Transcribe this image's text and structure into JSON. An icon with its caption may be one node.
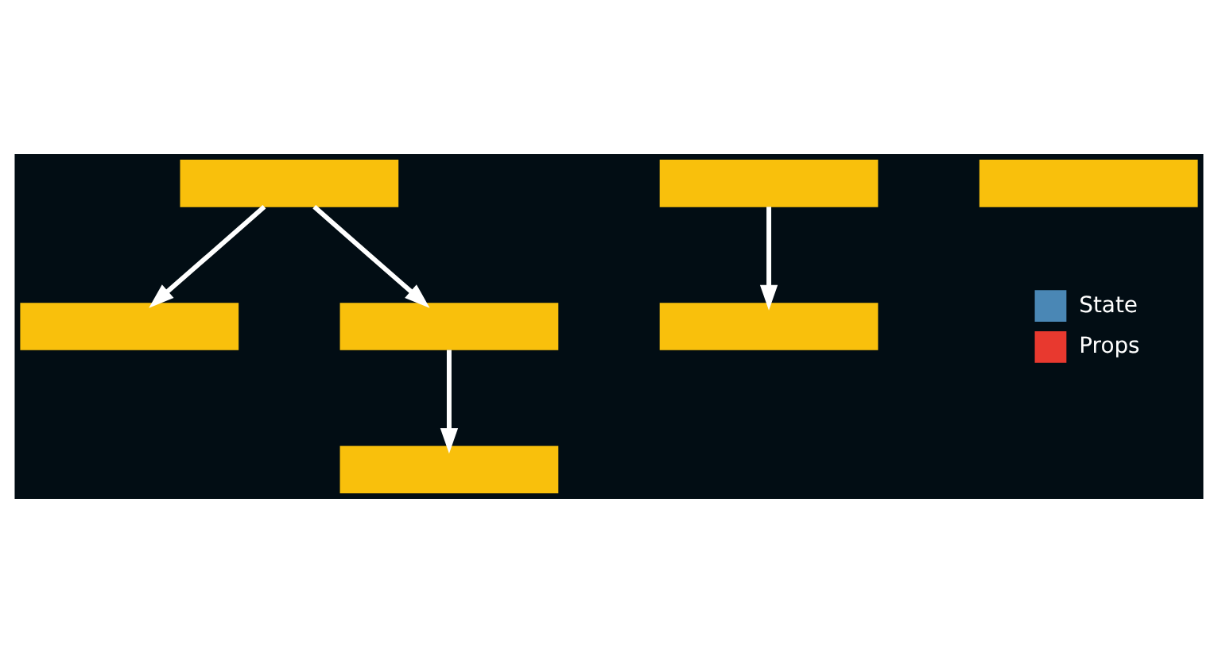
{
  "diagram": {
    "nodes": [
      {
        "text": [],
        "shape": "bar"
      },
      {
        "text": [],
        "shape": "bar"
      },
      {
        "text": [],
        "shape": "bar"
      },
      {
        "text": [],
        "shape": "bar"
      },
      {
        "text": [],
        "shape": "bar"
      },
      {
        "text": [],
        "shape": "bar"
      },
      {
        "text": [],
        "shape": "bar"
      }
    ],
    "edges": [
      {
        "from": 0,
        "to": 1,
        "arrow": "to"
      },
      {
        "from": 0,
        "to": 2,
        "arrow": "to"
      },
      {
        "from": 2,
        "to": 4,
        "arrow": "to"
      },
      {
        "from": 3,
        "to": 5,
        "arrow": "to"
      }
    ],
    "legend": [
      {
        "text": "State",
        "color": "#4a87b5"
      },
      {
        "text": "Props",
        "color": "#e8392f"
      }
    ]
  }
}
